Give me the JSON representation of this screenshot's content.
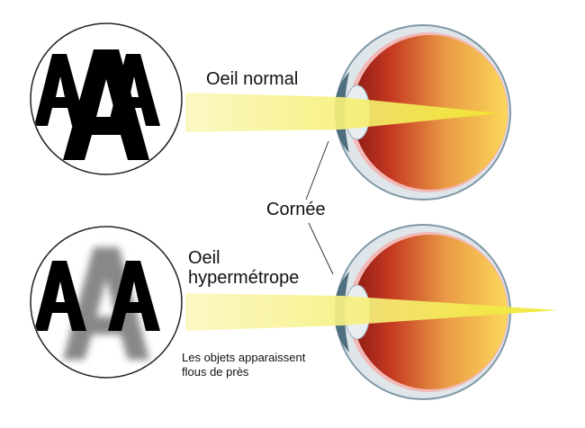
{
  "labels": {
    "normal_eye": "Oeil normal",
    "cornea": "Cornée",
    "hyperopic_eye_line1": "Oeil",
    "hyperopic_eye_line2": "hypermétrope",
    "note_line1": "Les objets apparaissent",
    "note_line2": "flous de près"
  },
  "chart_glyphs": {
    "letter": "A"
  },
  "colors": {
    "ray": "#f2ec3a",
    "eye_dark": "#8c1a14",
    "eye_light": "#fbd85a"
  }
}
